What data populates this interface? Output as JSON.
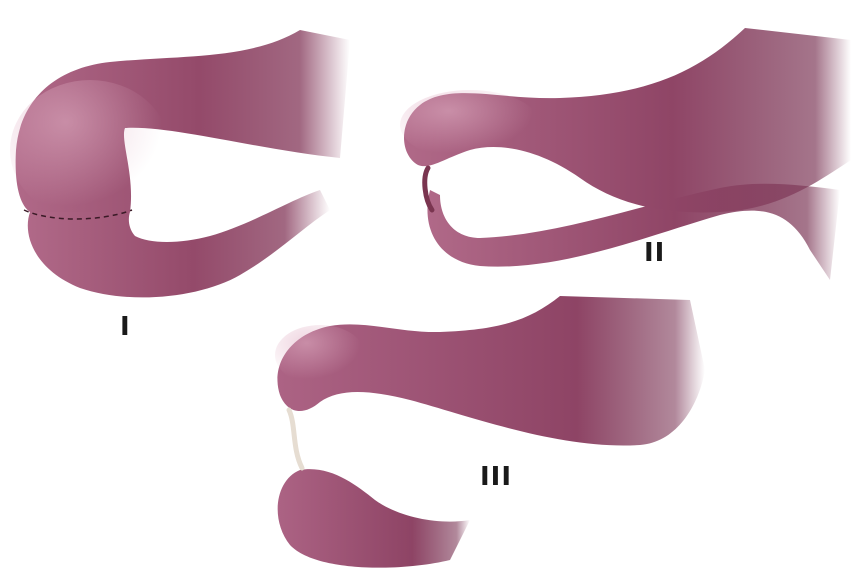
{
  "figure": {
    "panels": [
      {
        "id": "I",
        "label": "I"
      },
      {
        "id": "II",
        "label": "II"
      },
      {
        "id": "III",
        "label": "III"
      }
    ]
  },
  "colors": {
    "tissue_dark": "#7a3550",
    "tissue_mid": "#a4587a",
    "tissue_light": "#c98aa6",
    "band": "#f1ebe4",
    "dashed_line": "#3a1a26"
  }
}
